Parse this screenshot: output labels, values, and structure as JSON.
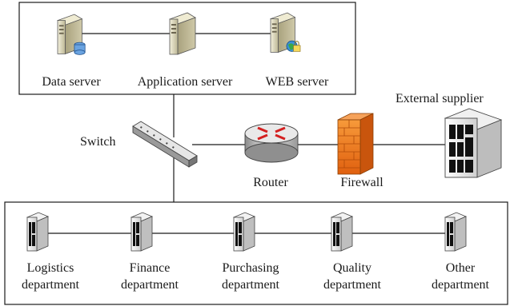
{
  "servers": [
    {
      "label": "Data server",
      "icon": "database-server-icon"
    },
    {
      "label": "Application server",
      "icon": "server-icon"
    },
    {
      "label": "WEB server",
      "icon": "web-server-icon"
    }
  ],
  "network": {
    "switch_label": "Switch",
    "router_label": "Router",
    "firewall_label": "Firewall",
    "external_label": "External supplier"
  },
  "departments": [
    {
      "line1": "Logistics",
      "line2": "department"
    },
    {
      "line1": "Finance",
      "line2": "department"
    },
    {
      "line1": "Purchasing",
      "line2": "department"
    },
    {
      "line1": "Quality",
      "line2": "department"
    },
    {
      "line1": "Other",
      "line2": "department"
    }
  ],
  "colors": {
    "line": "#1a1a1a",
    "server_body": "#d9d4b8",
    "router": "#c9c9c9",
    "router_arrows": "#d42020",
    "firewall": "#f07a1e",
    "pc_body": "#e6e6e6"
  }
}
